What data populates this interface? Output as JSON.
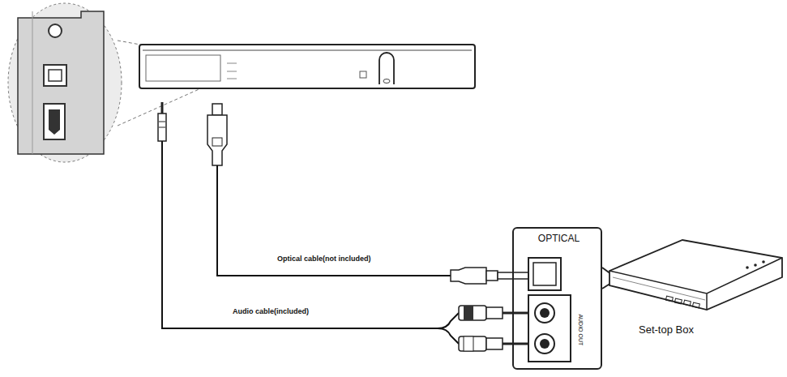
{
  "diagram": {
    "nodes": [
      {
        "text": [
          "OPTICAL",
          "AUDIO OUT"
        ]
      },
      {
        "text": [
          "Set-top Box"
        ]
      }
    ],
    "labels": [
      "Optical cable(not included)",
      "Audio cable(included)"
    ]
  }
}
